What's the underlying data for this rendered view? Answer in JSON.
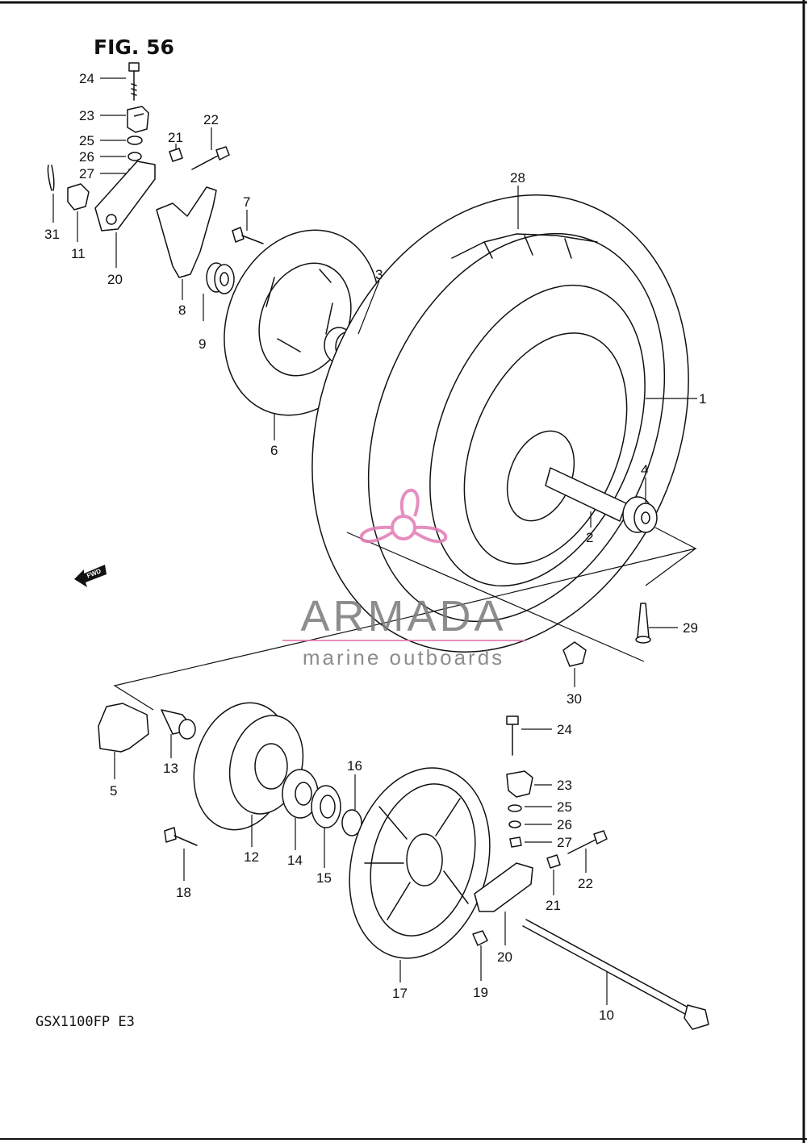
{
  "figure": {
    "title": "FIG. 56",
    "model": "GSX1100FP  E3"
  },
  "direction_badge": "FWD",
  "watermark": {
    "brand": "ARMADA",
    "tagline": "marine outboards",
    "color": "#e27ab4"
  },
  "callouts": [
    {
      "id": "c24a",
      "text": "24"
    },
    {
      "id": "c23a",
      "text": "23"
    },
    {
      "id": "c25a",
      "text": "25"
    },
    {
      "id": "c26a",
      "text": "26"
    },
    {
      "id": "c27a",
      "text": "27"
    },
    {
      "id": "c31",
      "text": "31"
    },
    {
      "id": "c11",
      "text": "11"
    },
    {
      "id": "c20a",
      "text": "20"
    },
    {
      "id": "c21a",
      "text": "21"
    },
    {
      "id": "c22a",
      "text": "22"
    },
    {
      "id": "c7",
      "text": "7"
    },
    {
      "id": "c8",
      "text": "8"
    },
    {
      "id": "c9",
      "text": "9"
    },
    {
      "id": "c6",
      "text": "6"
    },
    {
      "id": "c3",
      "text": "3"
    },
    {
      "id": "c28",
      "text": "28"
    },
    {
      "id": "c1",
      "text": "1"
    },
    {
      "id": "c4",
      "text": "4"
    },
    {
      "id": "c2",
      "text": "2"
    },
    {
      "id": "c29",
      "text": "29"
    },
    {
      "id": "c30",
      "text": "30"
    },
    {
      "id": "c5",
      "text": "5"
    },
    {
      "id": "c13",
      "text": "13"
    },
    {
      "id": "c12",
      "text": "12"
    },
    {
      "id": "c18",
      "text": "18"
    },
    {
      "id": "c14",
      "text": "14"
    },
    {
      "id": "c15",
      "text": "15"
    },
    {
      "id": "c16",
      "text": "16"
    },
    {
      "id": "c17",
      "text": "17"
    },
    {
      "id": "c19",
      "text": "19"
    },
    {
      "id": "c24b",
      "text": "24"
    },
    {
      "id": "c23b",
      "text": "23"
    },
    {
      "id": "c25b",
      "text": "25"
    },
    {
      "id": "c26b",
      "text": "26"
    },
    {
      "id": "c27b",
      "text": "27"
    },
    {
      "id": "c22b",
      "text": "22"
    },
    {
      "id": "c21b",
      "text": "21"
    },
    {
      "id": "c20b",
      "text": "20"
    },
    {
      "id": "c10",
      "text": "10"
    }
  ]
}
